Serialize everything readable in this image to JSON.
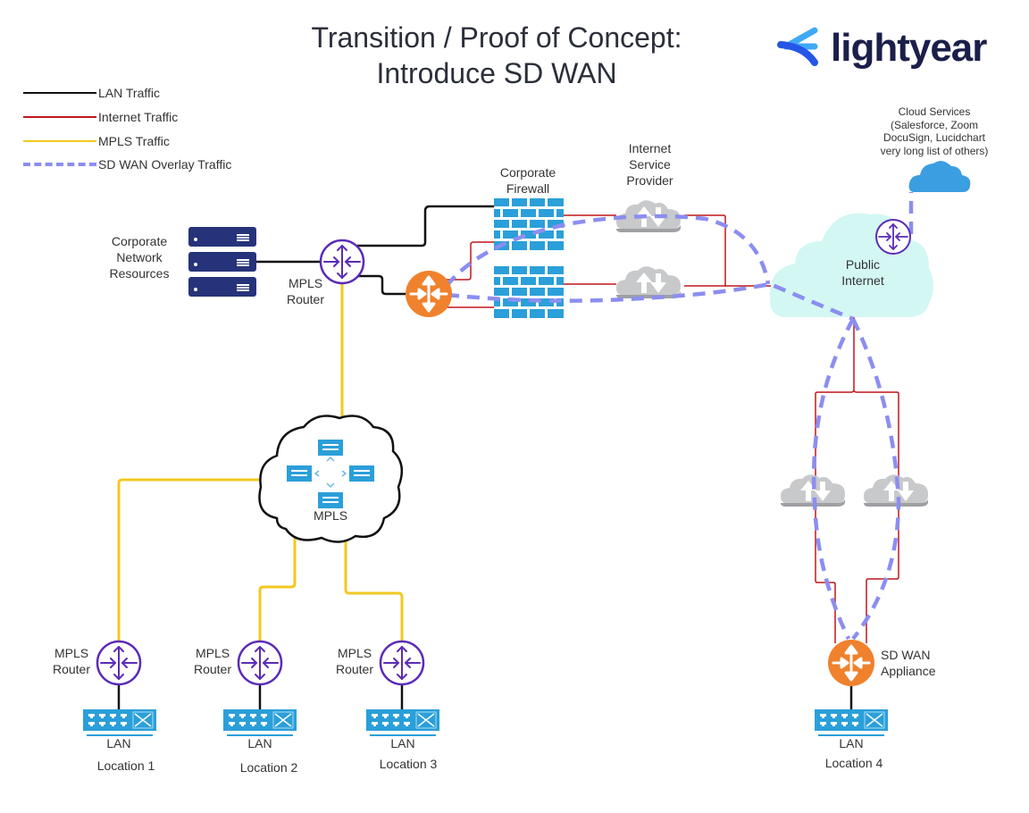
{
  "title": {
    "line1": "Transition / Proof of Concept:",
    "line2": "Introduce SD WAN"
  },
  "brand": {
    "name": "lightyear",
    "colors": {
      "dark": "#1b1f4a",
      "blue": "#2457e6",
      "light_blue": "#3fa9f5"
    }
  },
  "legend": [
    {
      "label": "LAN Traffic",
      "color": "#111111",
      "style": "solid"
    },
    {
      "label": "Internet Traffic",
      "color": "#c0171c",
      "style": "solid"
    },
    {
      "label": "MPLS Traffic",
      "color": "#f2c81f",
      "style": "solid"
    },
    {
      "label": "SD WAN Overlay Traffic",
      "color": "#8b8ef0",
      "style": "dashed"
    }
  ],
  "nodes": {
    "corporate_resources": {
      "label_lines": [
        "Corporate",
        "Network",
        "Resources"
      ],
      "icon": "server-stack-icon"
    },
    "hq_mpls_router": {
      "label_lines": [
        "MPLS",
        "Router"
      ],
      "icon": "router-icon"
    },
    "hq_sdwan_router": {
      "icon": "sdwan-router-icon"
    },
    "corporate_firewall": {
      "label_lines": [
        "Corporate",
        "Firewall"
      ],
      "icon": "firewall-icon"
    },
    "isp": {
      "label_lines": [
        "Internet",
        "Service",
        "Provider"
      ],
      "icon": "isp-cloud-icon"
    },
    "public_internet": {
      "label_lines": [
        "Public",
        "Internet"
      ],
      "icon": "cloud-icon"
    },
    "cloud_services": {
      "label_lines": [
        "Cloud Services",
        "(Salesforce, Zoom",
        "DocuSign, Lucidchart",
        "very long list of others)"
      ],
      "icon": "cloud-icon"
    },
    "mpls_cloud": {
      "label": "MPLS",
      "icon": "mpls-cloud-icon"
    },
    "locations": [
      {
        "router_label_lines": [
          "MPLS",
          "Router"
        ],
        "lan_label": "LAN",
        "name": "Location 1"
      },
      {
        "router_label_lines": [
          "MPLS",
          "Router"
        ],
        "lan_label": "LAN",
        "name": "Location 2"
      },
      {
        "router_label_lines": [
          "MPLS",
          "Router"
        ],
        "lan_label": "LAN",
        "name": "Location 3"
      },
      {
        "router_label_lines": [
          "SD WAN",
          "Appliance"
        ],
        "lan_label": "LAN",
        "name": "Location 4"
      }
    ]
  },
  "colors": {
    "lan": "#111111",
    "internet": "#c0171c",
    "mpls": "#f2c81f",
    "overlay": "#8b8ef0",
    "router_purple": "#5b2bb5",
    "sdwan_orange": "#f0812d",
    "device_blue": "#2b9fd9",
    "server_navy": "#26337a",
    "isp_gray": "#c8c9cb",
    "internet_cloud": "#d3f7f3",
    "services_cloud": "#3a9ee0"
  }
}
